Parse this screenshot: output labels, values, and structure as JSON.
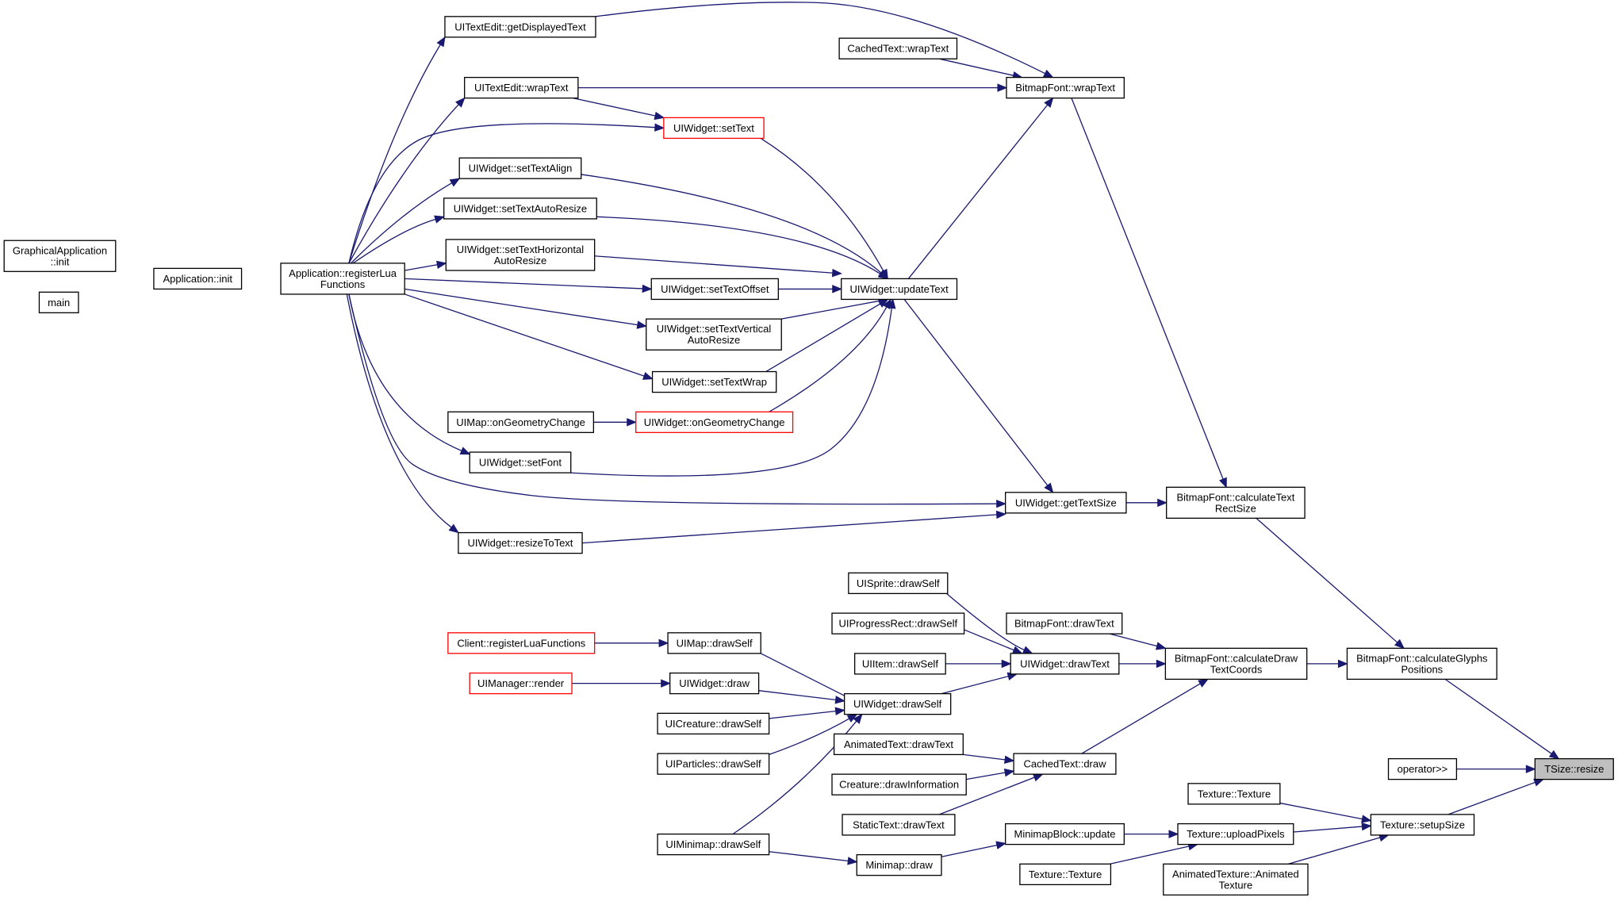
{
  "graph": {
    "nodes": [
      {
        "id": "ga",
        "lines": [
          "GraphicalApplication",
          "::init"
        ]
      },
      {
        "id": "main",
        "lines": [
          "main"
        ]
      },
      {
        "id": "app_init",
        "lines": [
          "Application::init"
        ]
      },
      {
        "id": "app_reg",
        "lines": [
          "Application::registerLua",
          "Functions"
        ]
      },
      {
        "id": "te_gdt",
        "lines": [
          "UITextEdit::getDisplayedText"
        ]
      },
      {
        "id": "ct_wrap",
        "lines": [
          "CachedText::wrapText"
        ]
      },
      {
        "id": "te_wrap",
        "lines": [
          "UITextEdit::wrapText"
        ]
      },
      {
        "id": "bf_wrap",
        "lines": [
          "BitmapFont::wrapText"
        ]
      },
      {
        "id": "w_settext",
        "lines": [
          "UIWidget::setText"
        ],
        "red": true
      },
      {
        "id": "w_align",
        "lines": [
          "UIWidget::setTextAlign"
        ]
      },
      {
        "id": "w_autores",
        "lines": [
          "UIWidget::setTextAutoResize"
        ]
      },
      {
        "id": "w_horiz",
        "lines": [
          "UIWidget::setTextHorizontal",
          "AutoResize"
        ]
      },
      {
        "id": "w_offset",
        "lines": [
          "UIWidget::setTextOffset"
        ]
      },
      {
        "id": "w_update",
        "lines": [
          "UIWidget::updateText"
        ]
      },
      {
        "id": "w_vert",
        "lines": [
          "UIWidget::setTextVertical",
          "AutoResize"
        ]
      },
      {
        "id": "w_wrap",
        "lines": [
          "UIWidget::setTextWrap"
        ]
      },
      {
        "id": "map_geo",
        "lines": [
          "UIMap::onGeometryChange"
        ]
      },
      {
        "id": "w_geo",
        "lines": [
          "UIWidget::onGeometryChange"
        ],
        "red": true
      },
      {
        "id": "w_font",
        "lines": [
          "UIWidget::setFont"
        ]
      },
      {
        "id": "w_gts",
        "lines": [
          "UIWidget::getTextSize"
        ]
      },
      {
        "id": "bf_calc",
        "lines": [
          "BitmapFont::calculateText",
          "RectSize"
        ]
      },
      {
        "id": "w_rtt",
        "lines": [
          "UIWidget::resizeToText"
        ]
      },
      {
        "id": "sprite_ds",
        "lines": [
          "UISprite::drawSelf"
        ]
      },
      {
        "id": "prog_ds",
        "lines": [
          "UIProgressRect::drawSelf"
        ]
      },
      {
        "id": "bf_draw",
        "lines": [
          "BitmapFont::drawText"
        ]
      },
      {
        "id": "client_reg",
        "lines": [
          "Client::registerLuaFunctions"
        ],
        "red": true
      },
      {
        "id": "map_ds",
        "lines": [
          "UIMap::drawSelf"
        ]
      },
      {
        "id": "item_ds",
        "lines": [
          "UIItem::drawSelf"
        ]
      },
      {
        "id": "w_dt",
        "lines": [
          "UIWidget::drawText"
        ]
      },
      {
        "id": "bf_cdtc",
        "lines": [
          "BitmapFont::calculateDraw",
          "TextCoords"
        ]
      },
      {
        "id": "bf_cgp",
        "lines": [
          "BitmapFont::calculateGlyphs",
          "Positions"
        ]
      },
      {
        "id": "mgr_render",
        "lines": [
          "UIManager::render"
        ],
        "red": true
      },
      {
        "id": "w_draw",
        "lines": [
          "UIWidget::draw"
        ]
      },
      {
        "id": "cre_ds",
        "lines": [
          "UICreature::drawSelf"
        ]
      },
      {
        "id": "w_ds",
        "lines": [
          "UIWidget::drawSelf"
        ]
      },
      {
        "id": "at_dt",
        "lines": [
          "AnimatedText::drawText"
        ]
      },
      {
        "id": "part_ds",
        "lines": [
          "UIParticles::drawSelf"
        ]
      },
      {
        "id": "ct_draw",
        "lines": [
          "CachedText::draw"
        ]
      },
      {
        "id": "oper",
        "lines": [
          "operator>>"
        ]
      },
      {
        "id": "tsize",
        "lines": [
          "TSize::resize"
        ],
        "focus": true
      },
      {
        "id": "cre_di",
        "lines": [
          "Creature::drawInformation"
        ]
      },
      {
        "id": "tex_tex",
        "lines": [
          "Texture::Texture"
        ]
      },
      {
        "id": "st_dt",
        "lines": [
          "StaticText::drawText"
        ]
      },
      {
        "id": "mb_upd",
        "lines": [
          "MinimapBlock::update"
        ]
      },
      {
        "id": "tex_up",
        "lines": [
          "Texture::uploadPixels"
        ]
      },
      {
        "id": "tex_ss",
        "lines": [
          "Texture::setupSize"
        ]
      },
      {
        "id": "mm_ds",
        "lines": [
          "UIMinimap::drawSelf"
        ]
      },
      {
        "id": "mm_draw",
        "lines": [
          "Minimap::draw"
        ]
      },
      {
        "id": "tex_tex2",
        "lines": [
          "Texture::Texture"
        ]
      },
      {
        "id": "atex",
        "lines": [
          "AnimatedTexture::Animated",
          "Texture"
        ]
      }
    ],
    "edges": [
      [
        "ga",
        "app_init"
      ],
      [
        "main",
        "app_init"
      ],
      [
        "app_init",
        "app_reg"
      ],
      [
        "app_reg",
        "te_gdt"
      ],
      [
        "app_reg",
        "te_wrap"
      ],
      [
        "app_reg",
        "w_settext"
      ],
      [
        "app_reg",
        "w_align"
      ],
      [
        "app_reg",
        "w_autores"
      ],
      [
        "app_reg",
        "w_horiz"
      ],
      [
        "app_reg",
        "w_offset"
      ],
      [
        "app_reg",
        "w_vert"
      ],
      [
        "app_reg",
        "w_wrap"
      ],
      [
        "app_reg",
        "w_font"
      ],
      [
        "app_reg",
        "w_gts"
      ],
      [
        "app_reg",
        "w_rtt"
      ],
      [
        "te_gdt",
        "bf_wrap"
      ],
      [
        "ct_wrap",
        "bf_wrap"
      ],
      [
        "te_wrap",
        "bf_wrap"
      ],
      [
        "te_wrap",
        "w_settext"
      ],
      [
        "w_settext",
        "w_update"
      ],
      [
        "w_align",
        "w_update"
      ],
      [
        "w_autores",
        "w_update"
      ],
      [
        "w_horiz",
        "w_update"
      ],
      [
        "w_offset",
        "w_update"
      ],
      [
        "w_vert",
        "w_update"
      ],
      [
        "w_wrap",
        "w_update"
      ],
      [
        "w_geo",
        "w_update"
      ],
      [
        "w_font",
        "w_update"
      ],
      [
        "map_geo",
        "w_geo"
      ],
      [
        "w_update",
        "bf_wrap"
      ],
      [
        "w_update",
        "w_gts"
      ],
      [
        "w_rtt",
        "w_gts"
      ],
      [
        "w_gts",
        "bf_calc"
      ],
      [
        "bf_wrap",
        "bf_calc"
      ],
      [
        "bf_calc",
        "bf_cgp"
      ],
      [
        "bf_cdtc",
        "bf_cgp"
      ],
      [
        "bf_cgp",
        "tsize"
      ],
      [
        "oper",
        "tsize"
      ],
      [
        "tex_ss",
        "tsize"
      ],
      [
        "sprite_ds",
        "w_dt"
      ],
      [
        "prog_ds",
        "w_dt"
      ],
      [
        "item_ds",
        "w_dt"
      ],
      [
        "w_ds",
        "w_dt"
      ],
      [
        "w_dt",
        "bf_cdtc"
      ],
      [
        "bf_draw",
        "bf_cdtc"
      ],
      [
        "ct_draw",
        "bf_cdtc"
      ],
      [
        "client_reg",
        "map_ds"
      ],
      [
        "map_ds",
        "w_ds"
      ],
      [
        "mgr_render",
        "w_draw"
      ],
      [
        "w_draw",
        "w_ds"
      ],
      [
        "cre_ds",
        "w_ds"
      ],
      [
        "part_ds",
        "w_ds"
      ],
      [
        "mm_ds",
        "w_ds"
      ],
      [
        "at_dt",
        "ct_draw"
      ],
      [
        "cre_di",
        "ct_draw"
      ],
      [
        "st_dt",
        "ct_draw"
      ],
      [
        "tex_tex",
        "tex_ss"
      ],
      [
        "tex_up",
        "tex_ss"
      ],
      [
        "atex",
        "tex_ss"
      ],
      [
        "mb_upd",
        "tex_up"
      ],
      [
        "mm_ds",
        "mm_draw"
      ],
      [
        "mm_draw",
        "mb_upd"
      ],
      [
        "tex_tex2",
        "tex_up"
      ]
    ]
  }
}
